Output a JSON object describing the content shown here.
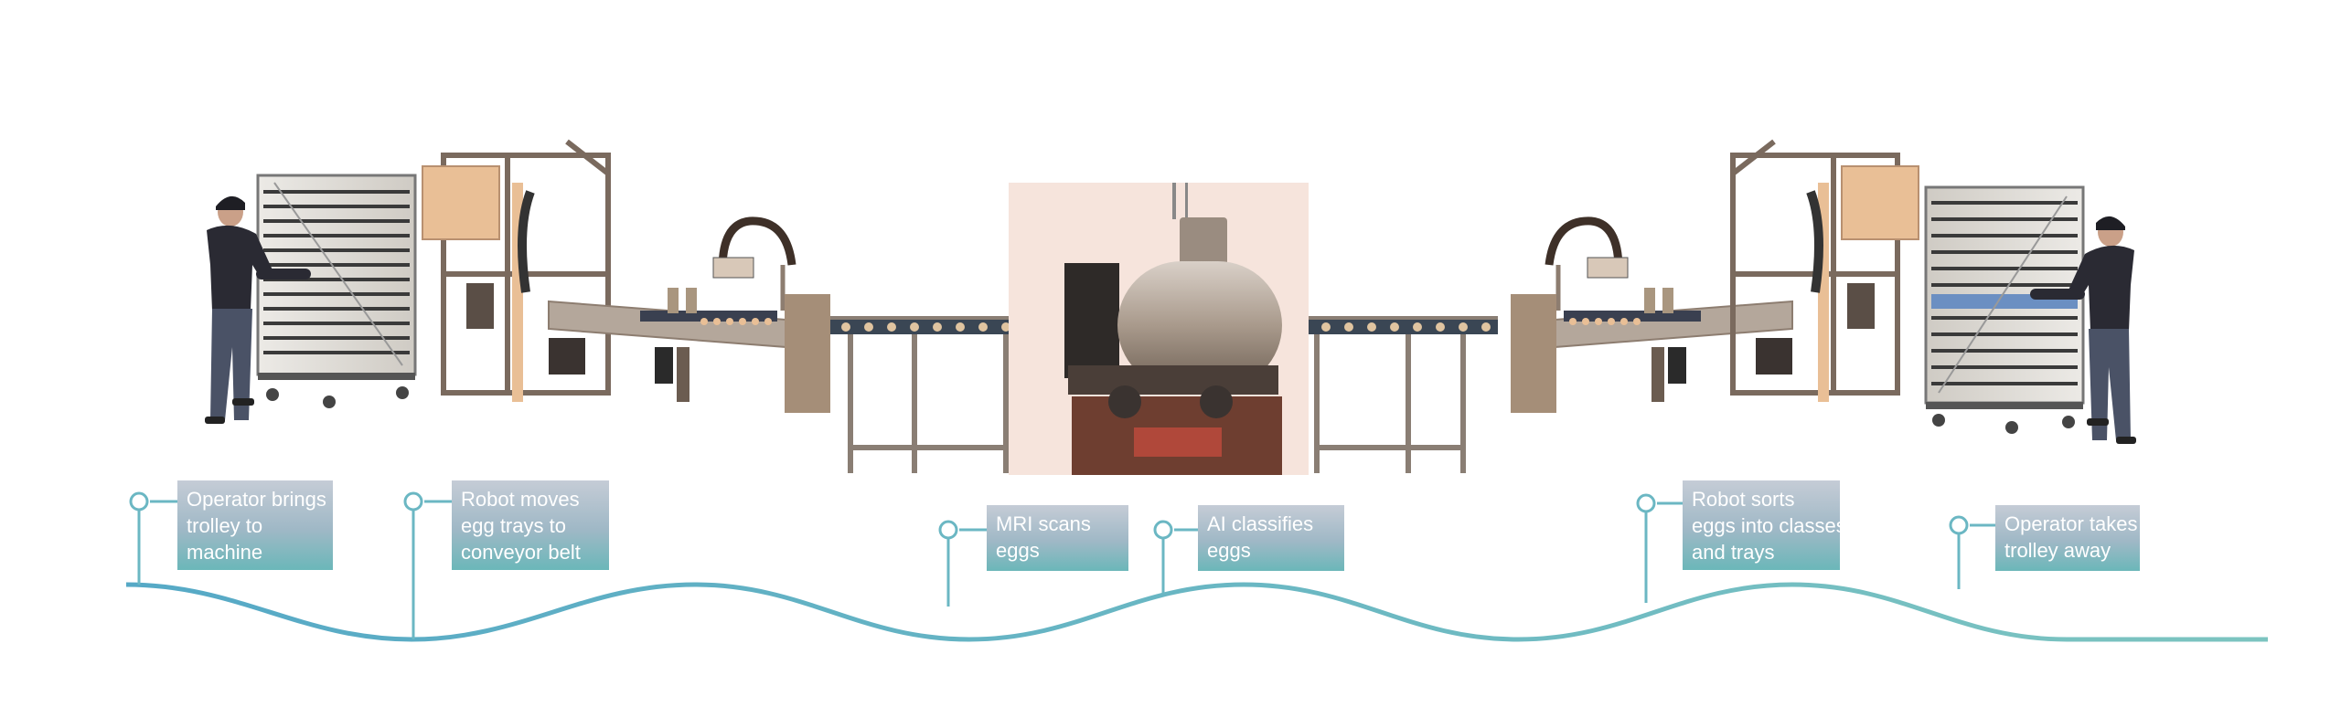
{
  "steps": [
    {
      "lines": [
        "Operator brings",
        "trolley to",
        "machine"
      ]
    },
    {
      "lines": [
        "Robot moves",
        "egg trays to",
        "conveyor belt"
      ]
    },
    {
      "lines": [
        "MRI scans",
        "eggs"
      ]
    },
    {
      "lines": [
        "AI classifies",
        "eggs"
      ]
    },
    {
      "lines": [
        "Robot sorts",
        "eggs into classes",
        "and trays"
      ]
    },
    {
      "lines": [
        "Operator takes",
        "trolley away"
      ]
    }
  ],
  "colors": {
    "wave": "#5bb3c4",
    "label_top": "#c5ccd6",
    "label_bottom": "#6bb7b9",
    "frame": "#7a6a5e",
    "panel": "#e9bf96",
    "mri_bg": "#f6e4dc",
    "worker_shirt": "#2a2a33",
    "worker_pants": "#4a5266"
  }
}
